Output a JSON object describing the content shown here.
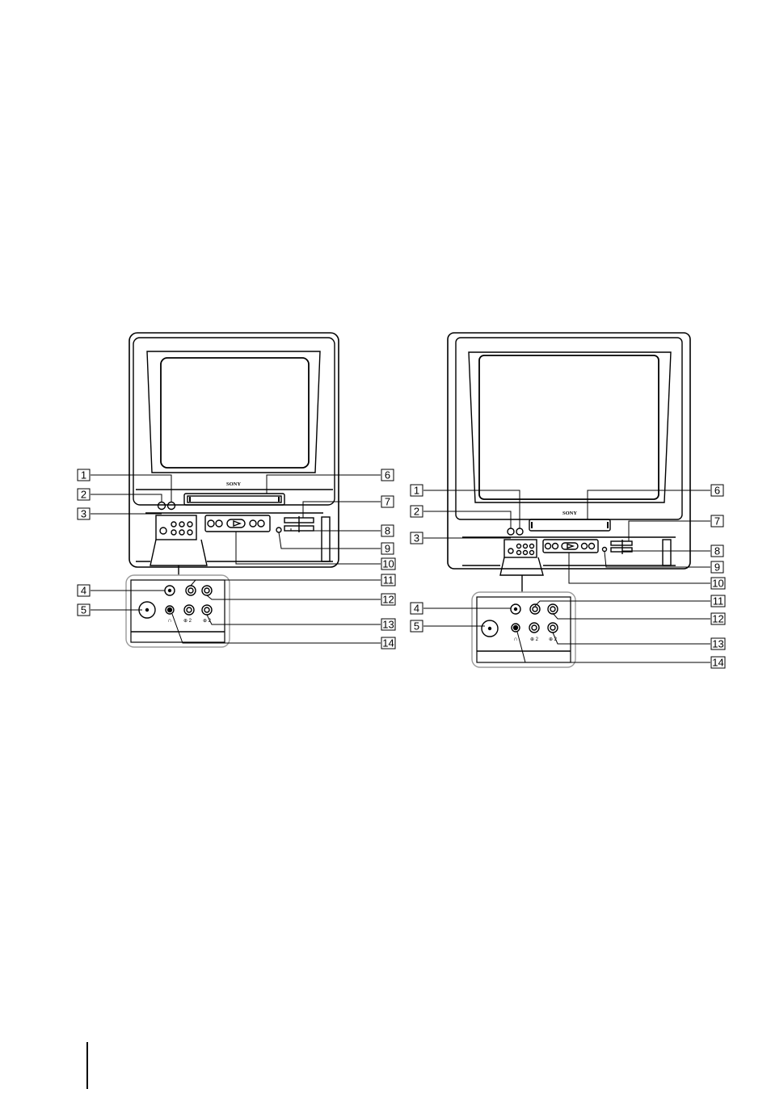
{
  "figure": {
    "brand_text": "SONY",
    "callouts": [
      "1",
      "2",
      "3",
      "4",
      "5",
      "6",
      "7",
      "8",
      "9",
      "10",
      "11",
      "12",
      "13",
      "14"
    ],
    "left_model": {
      "panel_symbols": [
        "⊕ 2",
        "⊕ 2",
        "∩"
      ]
    },
    "right_model": {
      "panel_symbols": [
        "⊕ 2",
        "⊕ 2",
        "∩"
      ]
    }
  },
  "colors": {
    "ink": "#000000",
    "panel_ring": "#9a9a9a",
    "background": "#ffffff"
  }
}
